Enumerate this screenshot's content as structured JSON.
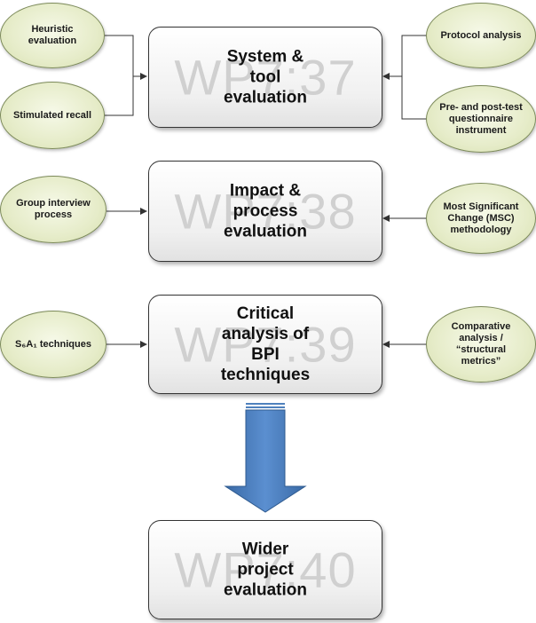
{
  "boxes": [
    {
      "watermark": "WP7:37",
      "title": "System &\ntool\nevaluation"
    },
    {
      "watermark": "WP7:38",
      "title": "Impact &\nprocess\nevaluation"
    },
    {
      "watermark": "WP7:39",
      "title": "Critical\nanalysis of\nBPI\ntechniques"
    },
    {
      "watermark": "WP7:40",
      "title": "Wider\nproject\nevaluation"
    }
  ],
  "left_inputs": [
    {
      "label": "Heuristic\nevaluation"
    },
    {
      "label": "Stimulated recall"
    },
    {
      "label": "Group interview\nprocess"
    },
    {
      "label": "S₆A₁ techniques"
    }
  ],
  "right_inputs": [
    {
      "label": "Protocol analysis"
    },
    {
      "label": "Pre- and post-test\nquestionnaire\ninstrument"
    },
    {
      "label": "Most Significant\nChange (MSC)\nmethodology"
    },
    {
      "label": "Comparative\nanalysis /\n“structural\nmetrics”"
    }
  ],
  "colors": {
    "oval_fill": "#e6ecc9",
    "big_arrow": "#4f81bd",
    "connector": "#333333"
  }
}
